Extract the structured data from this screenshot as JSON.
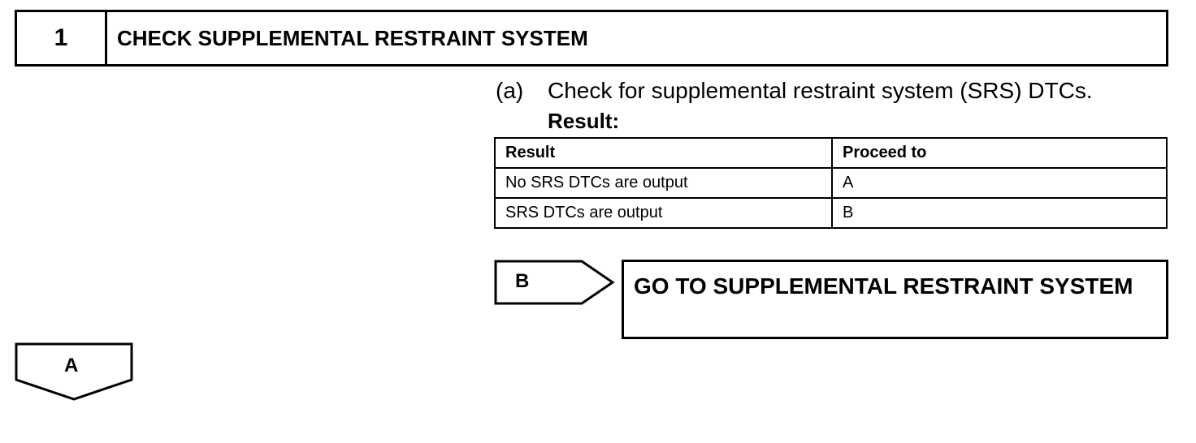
{
  "step": {
    "number": "1",
    "title": "CHECK SUPPLEMENTAL RESTRAINT SYSTEM"
  },
  "instruction": {
    "tag": "(a)",
    "text": "Check for supplemental restraint system (SRS) DTCs."
  },
  "result_label": "Result:",
  "result_table": {
    "headers": [
      "Result",
      "Proceed to"
    ],
    "rows": [
      [
        "No SRS DTCs are output",
        "A"
      ],
      [
        "SRS DTCs are output",
        "B"
      ]
    ]
  },
  "branch_b": {
    "label": "B",
    "target": "GO TO SUPPLEMENTAL RESTRAINT SYSTEM"
  },
  "branch_a": {
    "label": "A"
  }
}
